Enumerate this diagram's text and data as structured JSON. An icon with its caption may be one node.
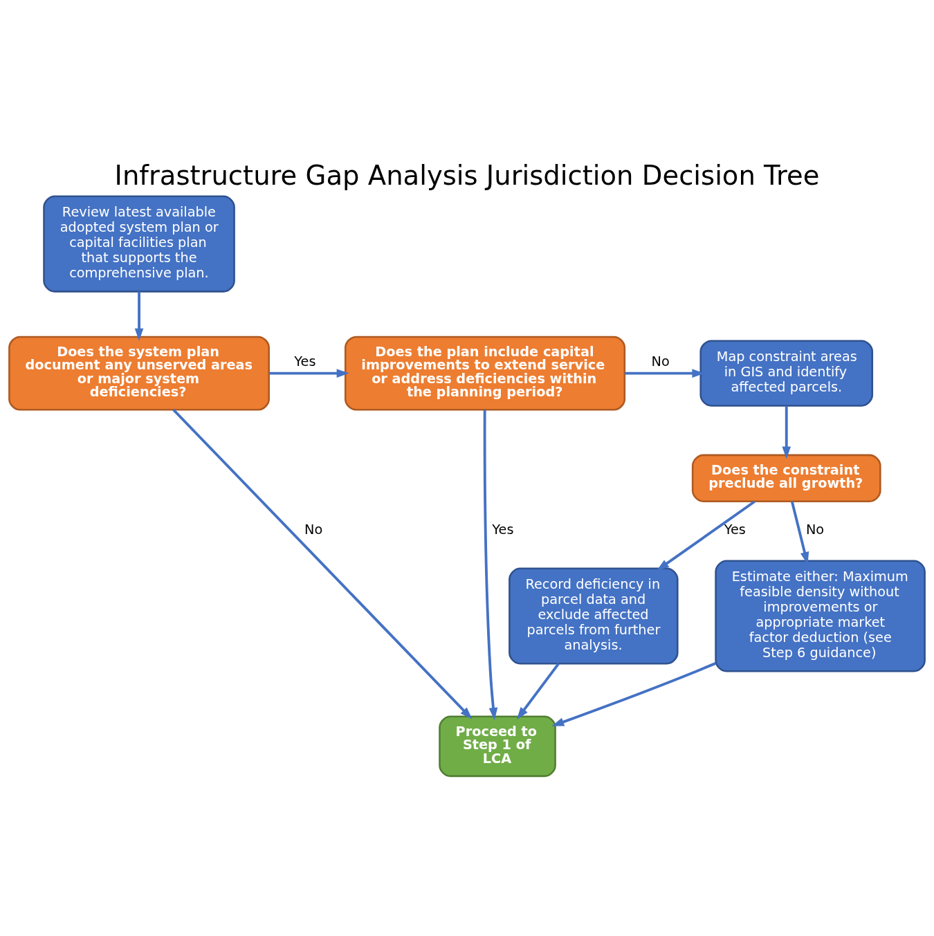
{
  "diagram": {
    "title": "Infrastructure Gap Analysis Jurisdiction Decision Tree",
    "nodes": [
      {
        "text": [
          "Review latest available adopted system plan or capital facilities plan that supports the comprehensive plan."
        ]
      },
      {
        "text": [
          "Does the system plan document any unserved areas or major system deficiencies?"
        ]
      },
      {
        "text": [
          "Does the plan include capital improvements to extend service or address deficiencies within the planning period?"
        ]
      },
      {
        "text": [
          "Map constraint areas in GIS and identify affected parcels."
        ]
      },
      {
        "text": [
          "Does the constraint preclude all growth?"
        ]
      },
      {
        "text": [
          "Record deficiency in parcel data and exclude affected parcels from further analysis."
        ]
      },
      {
        "text": [
          "Estimate either: Maximum feasible density without improvements or appropriate market factor deduction (see Step 6 guidance)"
        ]
      },
      {
        "text": [
          "Proceed to Step 1 of LCA"
        ]
      }
    ],
    "edges": [
      {
        "from": 0,
        "to": 1,
        "arrow": "to"
      },
      {
        "from": 1,
        "to": 2,
        "arrow": "to",
        "label": "Yes"
      },
      {
        "from": 1,
        "to": 7,
        "arrow": "to",
        "label": "No"
      },
      {
        "from": 2,
        "to": 3,
        "arrow": "to",
        "label": "No"
      },
      {
        "from": 2,
        "to": 7,
        "arrow": "to",
        "label": "Yes"
      },
      {
        "from": 3,
        "to": 4,
        "arrow": "to"
      },
      {
        "from": 4,
        "to": 5,
        "arrow": "to",
        "label": "Yes"
      },
      {
        "from": 4,
        "to": 6,
        "arrow": "to",
        "label": "No"
      },
      {
        "from": 5,
        "to": 7,
        "arrow": "to"
      },
      {
        "from": 6,
        "to": 7,
        "arrow": "to"
      }
    ]
  }
}
